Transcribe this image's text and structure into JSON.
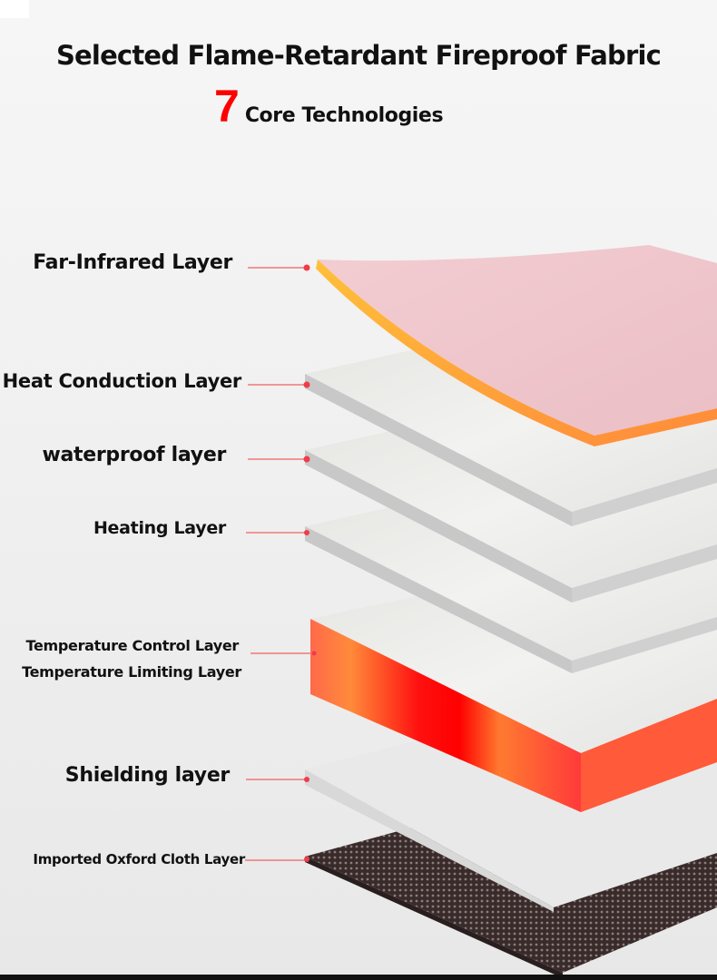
{
  "header": {
    "title": "Selected Flame-Retardant Fireproof Fabric",
    "count": "7",
    "count_label": "Core Technologies"
  },
  "layers": [
    {
      "label": "Far-Infrared Layer",
      "color": "#f0c6cc",
      "edge_color": "#ffa733"
    },
    {
      "label": "Heat Conduction Layer",
      "color": "#e8e8e6",
      "edge_color": "#c9c9c9"
    },
    {
      "label": "waterproof layer",
      "color": "#e8e8e6",
      "edge_color": "#c9c9c9"
    },
    {
      "label": "Heating Layer",
      "color": "#e8e8e6",
      "edge_color": "#c9c9c9"
    },
    {
      "label_line1": "Temperature Control Layer",
      "label_line2": "Temperature Limiting Layer",
      "color": "#ececea",
      "edge_color": "#ff2a1a"
    },
    {
      "label": "Shielding layer",
      "color": "#e6e6e6",
      "edge_color": "#d6d6d6"
    },
    {
      "label": "Imported Oxford Cloth Layer",
      "color": "#3b2c2c",
      "edge_color": "#2a1f1f"
    }
  ],
  "colors": {
    "accent_red": "#ff0000",
    "leader_line": "#f07878",
    "leader_dot": "#f03b4a"
  }
}
